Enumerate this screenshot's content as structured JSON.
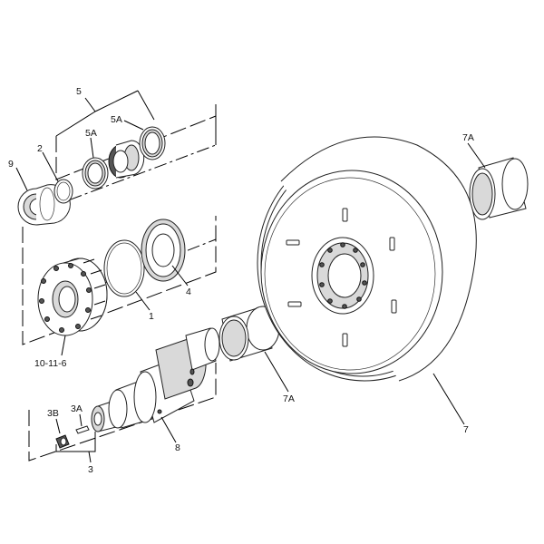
{
  "diagram": {
    "labels": {
      "l5": "5",
      "l5a_top": "5A",
      "l5a_mid": "5A",
      "l9": "9",
      "l2": "2",
      "l4": "4",
      "l1": "1",
      "l10116": "10-11-6",
      "l7a_top": "7A",
      "l7a_mid": "7A",
      "l7": "7",
      "l8": "8",
      "l3b": "3B",
      "l3a": "3A",
      "l3": "3"
    },
    "colors": {
      "line": "#000000",
      "fill": "#ffffff",
      "shade": "#d9d9d9"
    }
  }
}
